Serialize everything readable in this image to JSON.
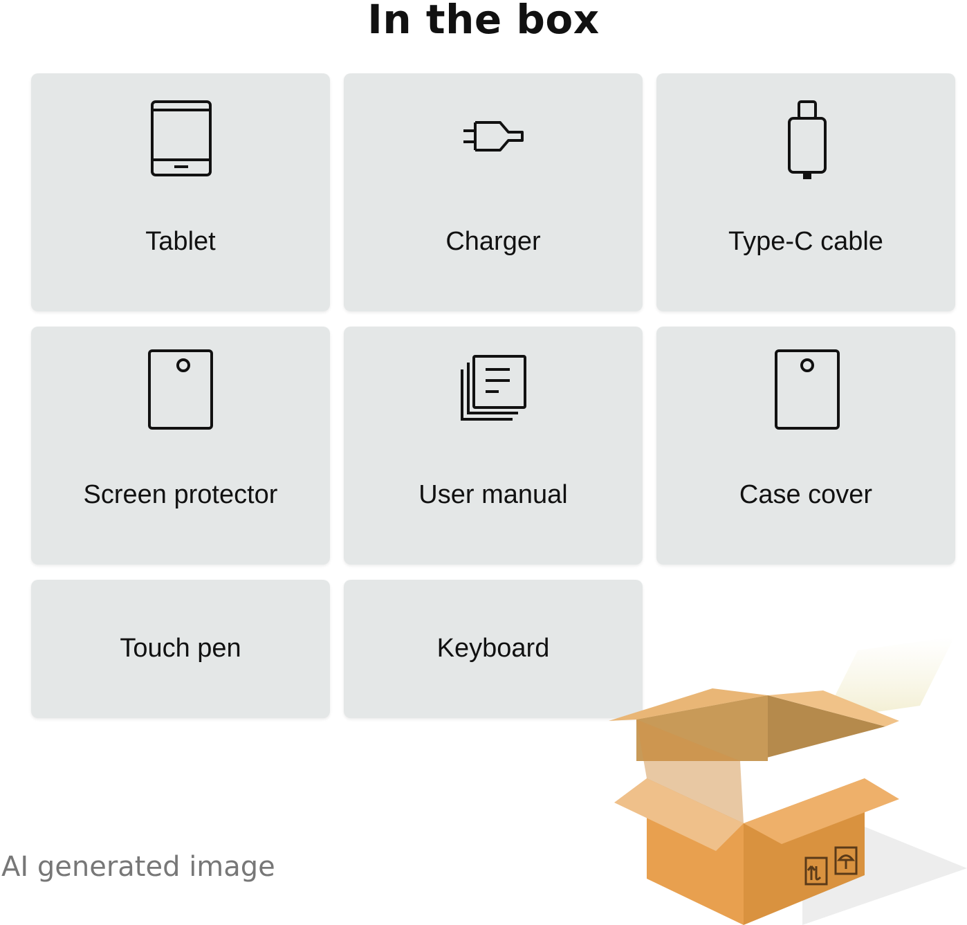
{
  "title": "In the box",
  "items": [
    {
      "label": "Tablet",
      "icon": "tablet-icon"
    },
    {
      "label": "Charger",
      "icon": "plug-icon"
    },
    {
      "label": "Type-C cable",
      "icon": "usb-c-cable-icon"
    },
    {
      "label": "Screen protector",
      "icon": "screen-protector-icon"
    },
    {
      "label": "User manual",
      "icon": "documents-icon"
    },
    {
      "label": "Case cover",
      "icon": "case-cover-icon"
    },
    {
      "label": "Touch pen"
    },
    {
      "label": "Keyboard"
    }
  ],
  "watermark": "AI generated image",
  "colors": {
    "card": "#e4e7e7",
    "icon_stroke": "#111111",
    "box": "#e8a04f"
  }
}
